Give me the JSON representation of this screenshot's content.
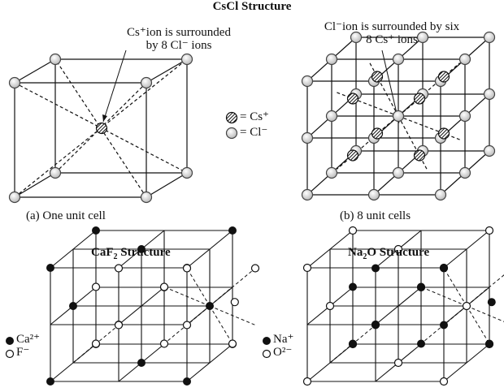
{
  "main_title": "CsCl Structure",
  "panel_a": {
    "annotation_line1": "Cs⁺ion is surrounded",
    "annotation_line2": "by 8 Cl⁻ ions",
    "caption": "(a) One unit cell"
  },
  "panel_b": {
    "annotation_line1": "Cl⁻ion is surrounded by six",
    "annotation_line2": "8 Cs⁺ ions",
    "caption": "(b) 8 unit cells"
  },
  "legend_cscl": {
    "cs": "= Cs⁺",
    "cl": "= Cl⁻"
  },
  "caf2": {
    "title_main": "CaF",
    "title_sub": "2",
    "title_rest": " Structure",
    "legend_ca": "Ca²⁺",
    "legend_f": "F⁻"
  },
  "na2o": {
    "title_main": "Na",
    "title_sub": "2",
    "title_rest": "O Structure",
    "legend_na": "Na⁺",
    "legend_o": "O²⁻"
  }
}
